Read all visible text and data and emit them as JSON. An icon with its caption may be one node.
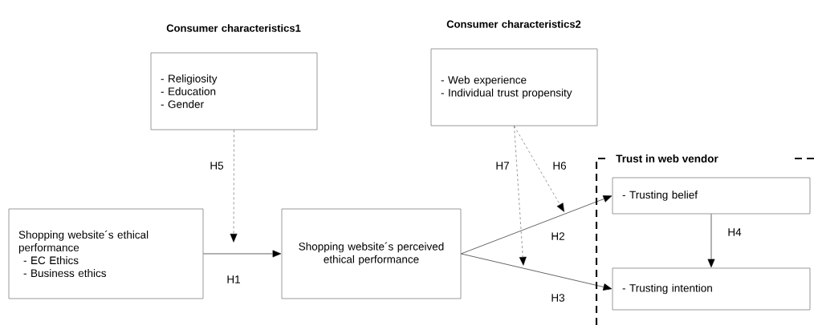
{
  "diagram": {
    "nodes": [
      {
        "text": [
          "Consumer characteristics1",
          "- Religiosity",
          "- Education",
          "- Gender"
        ]
      },
      {
        "text": [
          "Consumer characteristics2",
          "- Web experience",
          "- Individual trust propensity"
        ]
      },
      {
        "text": [
          "Shopping website´s ethical performance",
          "- EC Ethics",
          "- Business ethics"
        ]
      },
      {
        "text": [
          "Shopping website´s perceived ethical performance"
        ]
      },
      {
        "text": [
          "Trust in web vendor"
        ]
      },
      {
        "text": [
          "- Trusting belief"
        ],
        "in": 4
      },
      {
        "text": [
          "- Trusting intention"
        ],
        "in": 4
      }
    ],
    "edges": [
      {
        "from": 2,
        "to": 3,
        "arrow": "to",
        "label": "H1"
      },
      {
        "from": 3,
        "to": 5,
        "arrow": "to",
        "label": "H2"
      },
      {
        "from": 3,
        "to": 6,
        "arrow": "to",
        "label": "H3"
      },
      {
        "from": 5,
        "to": 6,
        "arrow": "to",
        "label": "H4"
      },
      {
        "from": 0,
        "to": null,
        "arrow": "to",
        "label": "H5",
        "style": "dashed"
      },
      {
        "from": 1,
        "to": null,
        "arrow": "to",
        "label": "H6",
        "style": "dashed"
      },
      {
        "from": 1,
        "to": null,
        "arrow": "to",
        "label": "H7",
        "style": "dashed"
      }
    ]
  }
}
